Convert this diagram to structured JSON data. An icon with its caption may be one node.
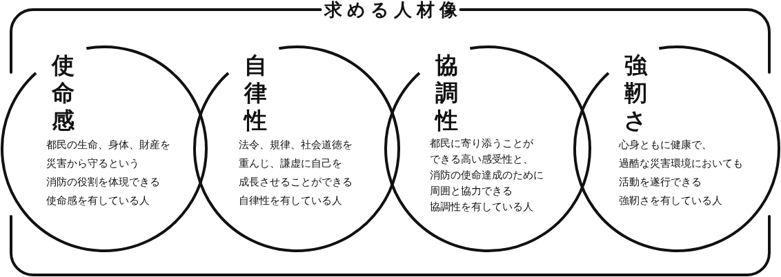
{
  "diagram": {
    "title": "求める人材像",
    "nodes": [
      {
        "text": [
          "使命感",
          "都民の生命、身体、財産を災害から守るという消防の役割を体現できる使命感を有している人"
        ]
      },
      {
        "text": [
          "自律性",
          "法令、規律、社会道徳を重んじ、謙虚に自己を成長させることができる自律性を有している人"
        ]
      },
      {
        "text": [
          "協調性",
          "都民に寄り添うことができる高い感受性と、消防の使命達成のために周囲と協力できる協調性を有している人"
        ]
      },
      {
        "text": [
          "強靭さ",
          "心身ともに健康で、過酷な災害環境においても活動を遂行できる強靭さを有している人"
        ]
      }
    ]
  }
}
